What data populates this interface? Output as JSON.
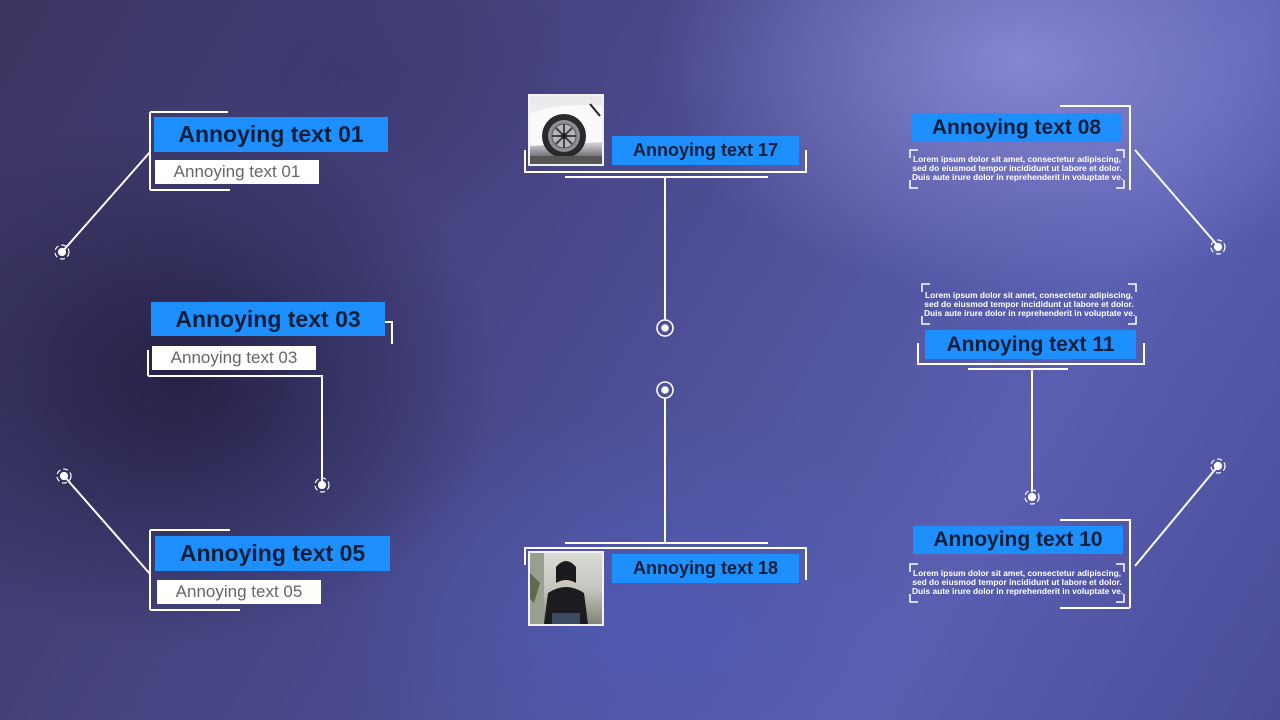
{
  "items": {
    "t01": {
      "title": "Annoying text 01",
      "subtitle": "Annoying text 01"
    },
    "t03": {
      "title": "Annoying text 03",
      "subtitle": "Annoying text 03"
    },
    "t05": {
      "title": "Annoying text 05",
      "subtitle": "Annoying text 05"
    },
    "t17": {
      "title": "Annoying text 17"
    },
    "t18": {
      "title": "Annoying text 18"
    },
    "t08": {
      "title": "Annoying text 08",
      "lines": [
        "Lorem ipsum dolor sit amet, consectetur adipiscing,",
        "sed do eiusmod tempor incididunt ut labore et dolor.",
        "Duis aute irure dolor in reprehenderit in voluptate ve."
      ]
    },
    "t11": {
      "title": "Annoying text 11",
      "lines": [
        "Lorem ipsum dolor sit amet, consectetur adipiscing,",
        "sed do eiusmod tempor incididunt ut labore et dolor.",
        "Duis aute irure dolor in reprehenderit in voluptate ve."
      ]
    },
    "t10": {
      "title": "Annoying text 10",
      "lines": [
        "Lorem ipsum dolor sit amet, consectetur adipiscing,",
        "sed do eiusmod tempor incididunt ut labore et dolor.",
        "Duis aute irure dolor in reprehenderit in voluptate ve."
      ]
    }
  },
  "images": {
    "car": "car-wheel-photo",
    "person": "person-portrait-photo"
  },
  "colors": {
    "accent": "#1d8fff",
    "title_text": "#0f1f3a",
    "line": "#ffffff"
  }
}
